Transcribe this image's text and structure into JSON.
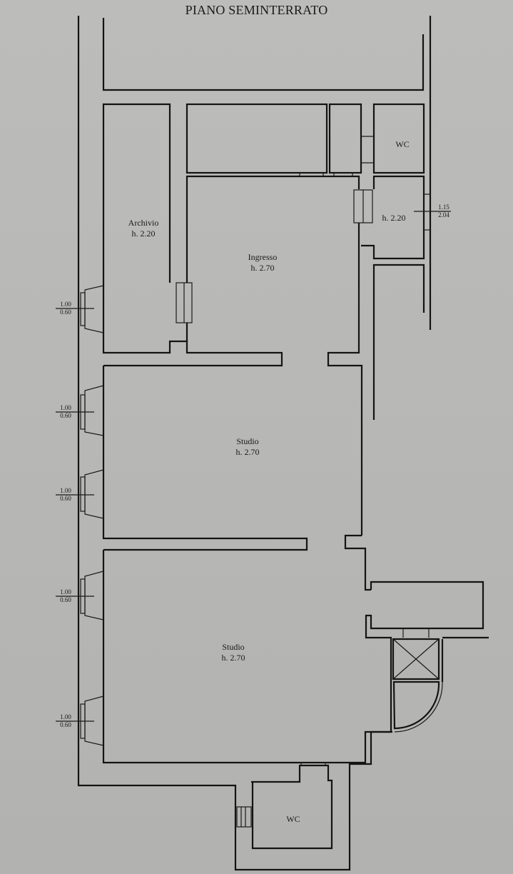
{
  "title": "PIANO SEMINTERRATO",
  "rooms": {
    "archivio": {
      "name": "Archivio",
      "height": "h. 2.20"
    },
    "ingresso": {
      "name": "Ingresso",
      "height": "h. 2.70"
    },
    "wc_top": {
      "name": "WC"
    },
    "antibagno": {
      "height": "h. 2.20"
    },
    "studio_1": {
      "name": "Studio",
      "height": "h. 2.70"
    },
    "studio_2": {
      "name": "Studio",
      "height": "h. 2.70"
    },
    "wc_bottom": {
      "name": "WC"
    }
  },
  "windows": [
    {
      "width": "1.00",
      "height": "0.60"
    },
    {
      "width": "1.00",
      "height": "0.60"
    },
    {
      "width": "1.00",
      "height": "0.60"
    },
    {
      "width": "1.00",
      "height": "0.60"
    },
    {
      "width": "1.00",
      "height": "0.60"
    }
  ],
  "window_right": {
    "width": "1.15",
    "height": "2.04"
  },
  "colors": {
    "paper": "#b9b9b7",
    "ink": "#141414"
  }
}
